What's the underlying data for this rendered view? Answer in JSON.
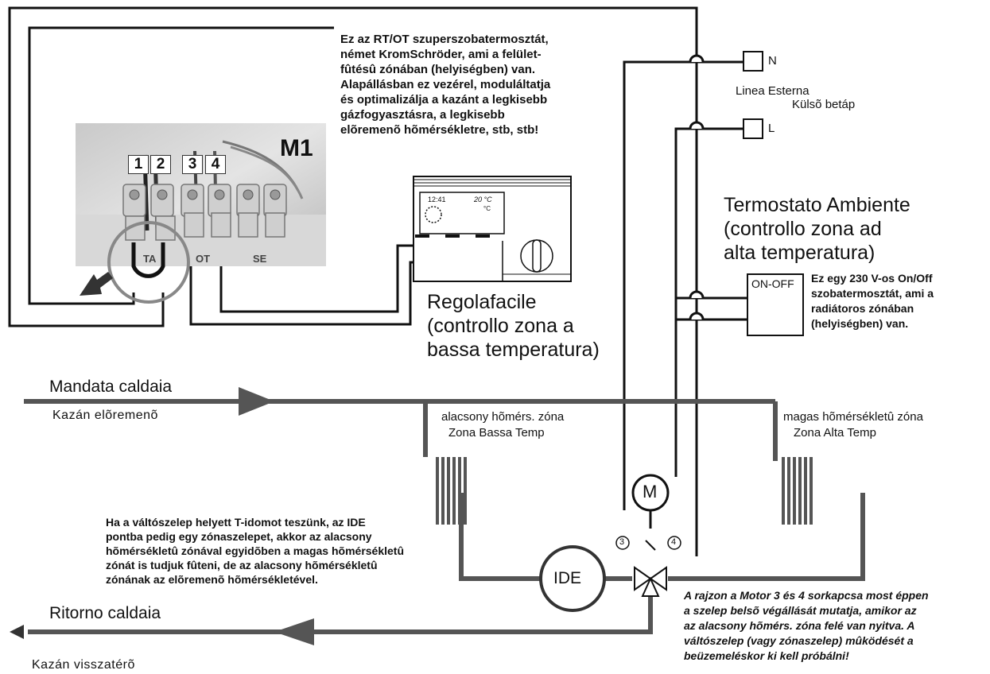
{
  "top_note": "Ez az RT/OT szuperszobatermosztát,\nnémet KromSchröder, ami a felület-\nfûtésû zónában (helyiségben) van.\nAlapállásban ez vezérel, moduláltatja\nés optimalizálja a kazánt a legkisebb\ngázfogyasztásra, a legkisebb\nelõremenõ hõmérsékletre, stb, stb!",
  "terminal_board": {
    "label": "M1",
    "terminals": [
      "1",
      "2",
      "3",
      "4"
    ],
    "markings": [
      "TA",
      "OT",
      "SE"
    ]
  },
  "regolafacile": {
    "title": "Regolafacile\n(controllo zona a\nbassa temperatura)"
  },
  "power": {
    "N": "N",
    "L": "L",
    "linea_esterna": "Linea Esterna",
    "kulso_betap": "Külsõ betáp"
  },
  "termostato_ambiente": {
    "title": "Termostato Ambiente\n(controllo zona ad\nalta temperatura)",
    "switch": "ON-OFF",
    "note": "Ez egy 230 V-os On/Off\nszobatermosztát, ami a\nradiátoros zónában\n(helyiségben) van."
  },
  "mandata": {
    "title": "Mandata caldaia",
    "subtitle": "Kazán elõremenõ"
  },
  "ritorno": {
    "title": "Ritorno caldaia",
    "subtitle": "Kazán visszatérõ"
  },
  "zone_low": {
    "hu": "alacsony hõmérs. zóna",
    "it": "Zona Bassa Temp"
  },
  "zone_high": {
    "hu": "magas hõmérsékletû zóna",
    "it": "Zona Alta Temp"
  },
  "motor": {
    "label": "M",
    "port3": "3",
    "port4": "4"
  },
  "ide_label": "IDE",
  "ide_note": "Ha a váltószelep helyett T-idomot teszünk,  az IDE\npontba pedig egy zónaszelepet, akkor az alacsony\nhõmérsékletû zónával egyidõben a magas hõmérsékletû\nzónát is tudjuk fûteni, de    az alacsony hõmérsékletû\nzónának az elõremenõ hõmérsékletével.",
  "valve_note": "A rajzon a Motor 3 és 4 sorkapcsa most éppen\na szelep belsõ végállását mutatja, amikor az\naz alacsony hõmérs. zóna felé van nyitva. A\nváltószelep (vagy zónaszelep) mûködését a\nbeüzemeléskor ki kell próbálni!",
  "device_display": {
    "time": "12:41",
    "temp": "20 °C",
    "unit": "°C"
  }
}
